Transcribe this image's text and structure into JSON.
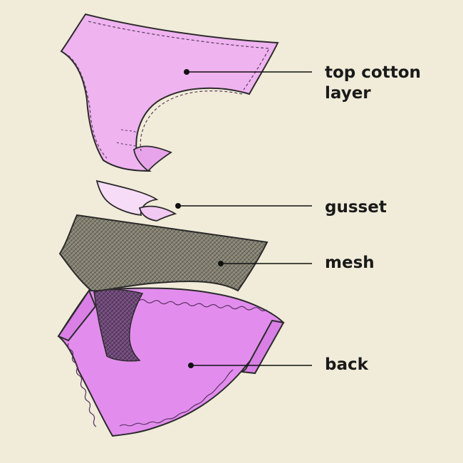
{
  "colors": {
    "background": "#f1ecd9",
    "top_cotton_layer": "#efb3f0",
    "gusset": "#f6dcf6",
    "mesh": "#858273",
    "back": "#e28ded",
    "outline": "#2b2b2b"
  },
  "labels": {
    "top_cotton_layer": "top cotton layer",
    "gusset": "gusset",
    "mesh": "mesh",
    "back": "back"
  }
}
